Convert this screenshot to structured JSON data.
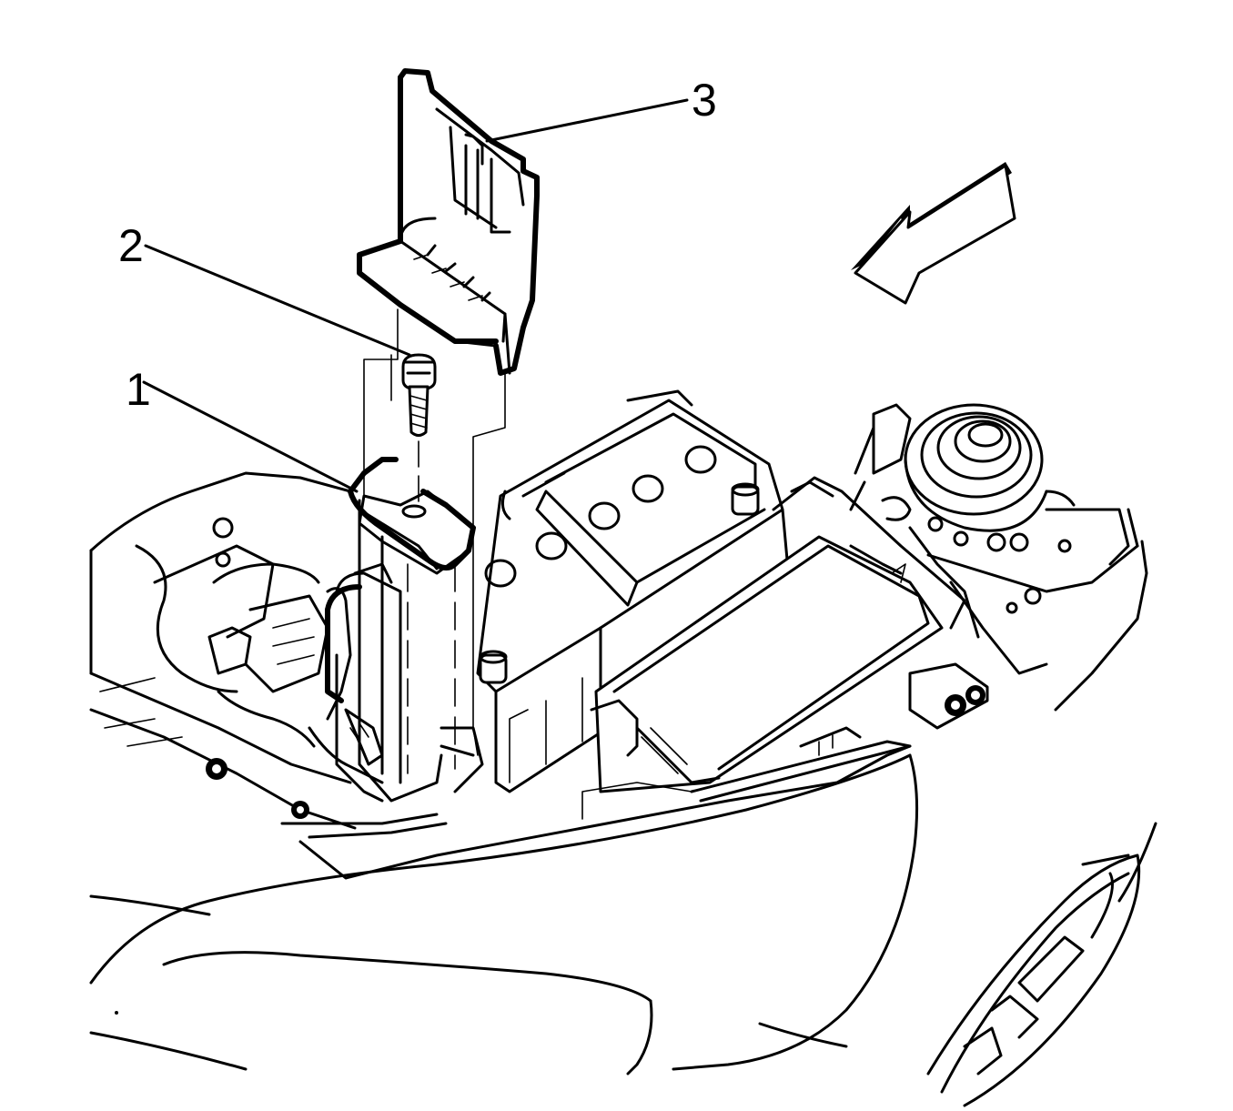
{
  "diagram": {
    "callouts": [
      {
        "id": "1",
        "label": "1"
      },
      {
        "id": "2",
        "label": "2"
      },
      {
        "id": "3",
        "label": "3"
      }
    ],
    "direction_arrow": "front-of-vehicle-arrow-icon"
  }
}
